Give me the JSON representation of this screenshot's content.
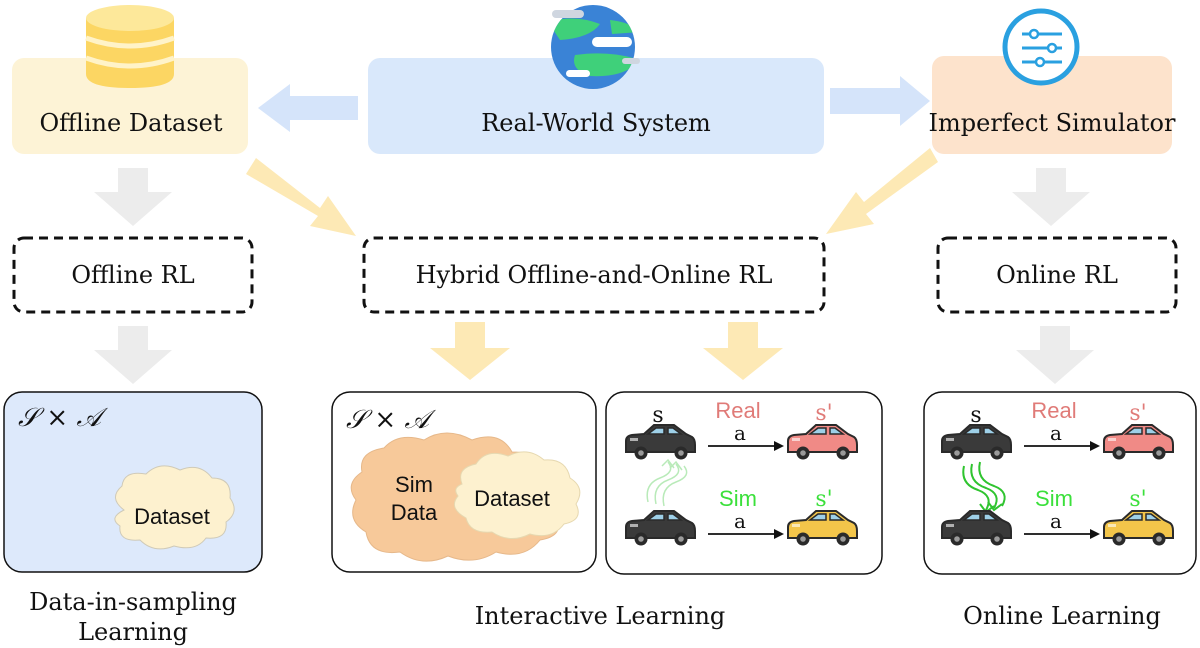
{
  "top": {
    "offline_dataset": {
      "label": "Offline Dataset",
      "color": "#fdf3d6"
    },
    "real_world": {
      "label": "Real-World System",
      "color": "#d9e8fb"
    },
    "simulator": {
      "label": "Imperfect Simulator",
      "color": "#fde3cc"
    }
  },
  "methods": {
    "offline_rl": "Offline RL",
    "hybrid_rl": "Hybrid Offline-and-Online RL",
    "online_rl": "Online RL"
  },
  "panels": {
    "space_label": "𝒮 × 𝒜",
    "dataset_label": "Dataset",
    "sim_data_line1": "Sim",
    "sim_data_line2": "Data",
    "real_label": "Real",
    "sim_label": "Sim",
    "state_label": "s",
    "next_state_label": "s'",
    "action_label": "a"
  },
  "captions": {
    "left_line1": "Data-in-sampling",
    "left_line2": "Learning",
    "middle": "Interactive Learning",
    "right": "Online Learning"
  },
  "colors": {
    "real_text": "#e07b78",
    "sim_text": "#3be03b",
    "offline_panel": "#dde9fb",
    "cloud_fill": "#fdf1cf",
    "sim_cloud_fill": "#f7c99a",
    "arrow_blue": "#d5e4fa",
    "arrow_yellow": "#fde9b5",
    "arrow_gray": "#ececec"
  },
  "icons": [
    "database-icon",
    "globe-icon",
    "sliders-icon",
    "car-icon"
  ]
}
